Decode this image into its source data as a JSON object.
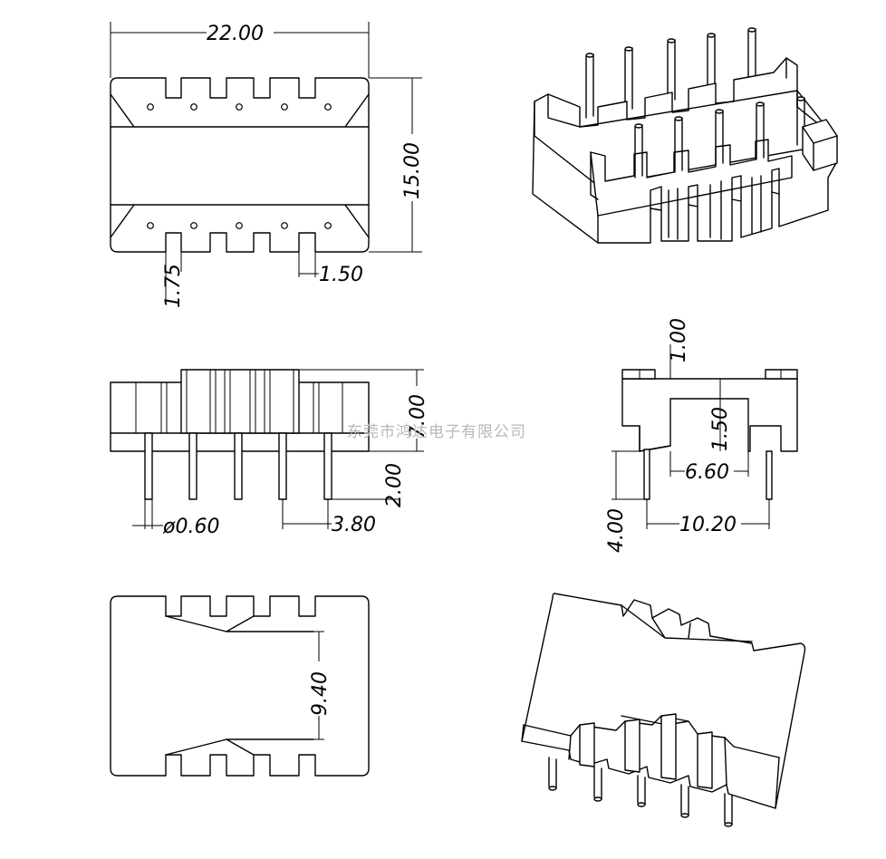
{
  "watermark": "东莞市鸿达电子有限公司",
  "top_view": {
    "width_dim": "22.00",
    "height_dim": "15.00",
    "slot_depth_dim": "1.75",
    "slot_width_dim": "1.50"
  },
  "front_view": {
    "height_dim": "7.00",
    "pin_length_dim": "2.00",
    "pin_diameter_dim": "ø0.60",
    "pin_pitch_dim": "3.80"
  },
  "side_view": {
    "flange_dim": "1.00",
    "window_height_dim": "1.50",
    "window_width_dim": "6.60",
    "pin_length_dim": "4.00",
    "row_spacing_dim": "10.20"
  },
  "bottom_view": {
    "window_dim": "9.40"
  }
}
